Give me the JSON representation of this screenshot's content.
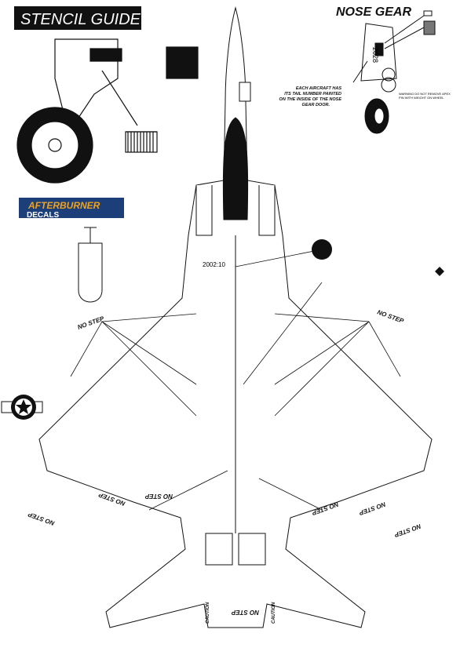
{
  "title": "STENCIL GUIDE",
  "nose_gear": {
    "title": "NOSE GEAR",
    "tail_note": [
      "EACH AIRCRAFT HAS",
      "ITS TAIL NUMBER PAINTED",
      "ON THE INSIDE OF THE NOSE",
      "GEAR DOOR."
    ],
    "warning": [
      "WARNING DO NOT REMOVE APEX",
      "PIN WITH WEIGHT ON WHEEL"
    ],
    "door_number": "2028"
  },
  "logo": {
    "line1": "AFTERBURNER",
    "line2": "DECALS",
    "bg": "#1c3f7a",
    "accent": "#f0a21c"
  },
  "aircraft": {
    "serial": "2002:10"
  },
  "labels": {
    "no_step": "NO STEP",
    "caution": "CAUTION"
  },
  "colors": {
    "ink": "#111111",
    "paper": "#ffffff"
  }
}
